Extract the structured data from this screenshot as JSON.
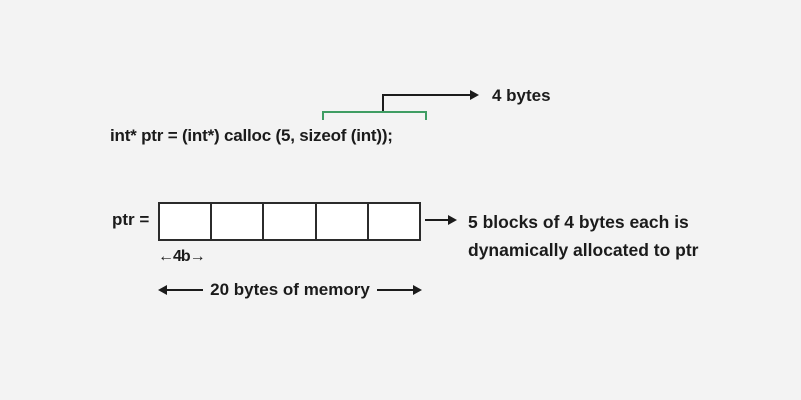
{
  "colors": {
    "bg": "#f3f3f3",
    "text": "#1b1b1b",
    "green": "#3f9d63",
    "block_border": "#2b2b2b",
    "block_fill": "#ffffff"
  },
  "code": {
    "line": "int* ptr = (int*) calloc (5, sizeof (int));"
  },
  "annotation_top": {
    "label": "4 bytes"
  },
  "memory": {
    "pointer_label": "ptr =",
    "block_count": 5,
    "block_size_label": "←4b→",
    "total_label": "20 bytes of memory",
    "note_line1": "5 blocks of 4 bytes each is",
    "note_line2": "dynamically allocated to ptr"
  }
}
